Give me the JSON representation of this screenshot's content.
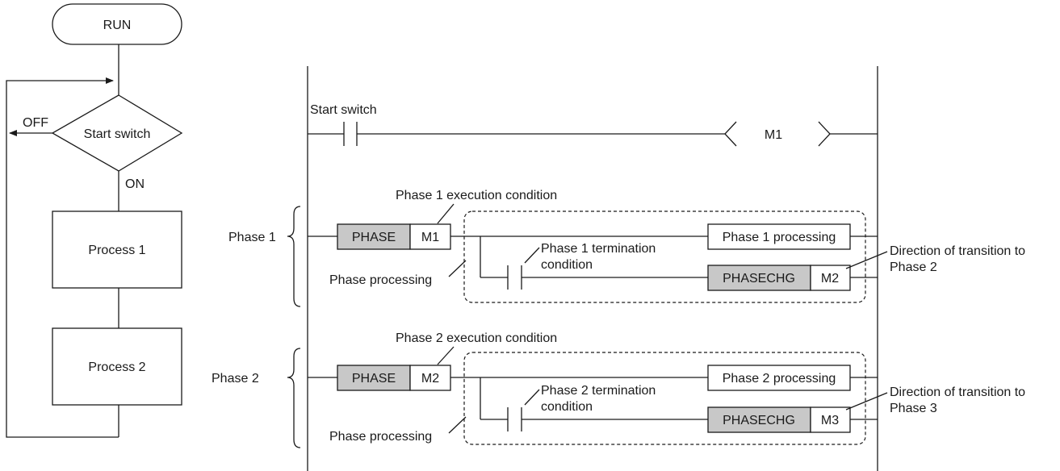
{
  "flowchart": {
    "run": "RUN",
    "decision": "Start switch",
    "off": "OFF",
    "on": "ON",
    "process1": "Process 1",
    "process2": "Process 2"
  },
  "ladder": {
    "start_switch_label": "Start switch",
    "coil": "M1",
    "phase1": {
      "brace_label": "Phase 1",
      "exec_condition": "Phase 1 execution condition",
      "phase_instr": "PHASE",
      "phase_operand": "M1",
      "processing_box": "Phase 1 processing",
      "termination_line1": "Phase 1 termination",
      "termination_line2": "condition",
      "phase_processing": "Phase processing",
      "chg_instr": "PHASECHG",
      "chg_operand": "M2",
      "direction_line1": "Direction of transition to",
      "direction_line2": "Phase 2"
    },
    "phase2": {
      "brace_label": "Phase 2",
      "exec_condition": "Phase 2 execution condition",
      "phase_instr": "PHASE",
      "phase_operand": "M2",
      "processing_box": "Phase 2 processing",
      "termination_line1": "Phase 2 termination",
      "termination_line2": "condition",
      "phase_processing": "Phase processing",
      "chg_instr": "PHASECHG",
      "chg_operand": "M3",
      "direction_line1": "Direction of transition to",
      "direction_line2": "Phase 3"
    }
  },
  "colors": {
    "instruction_fill": "#c8c8c8",
    "line": "#1a1a1a"
  }
}
